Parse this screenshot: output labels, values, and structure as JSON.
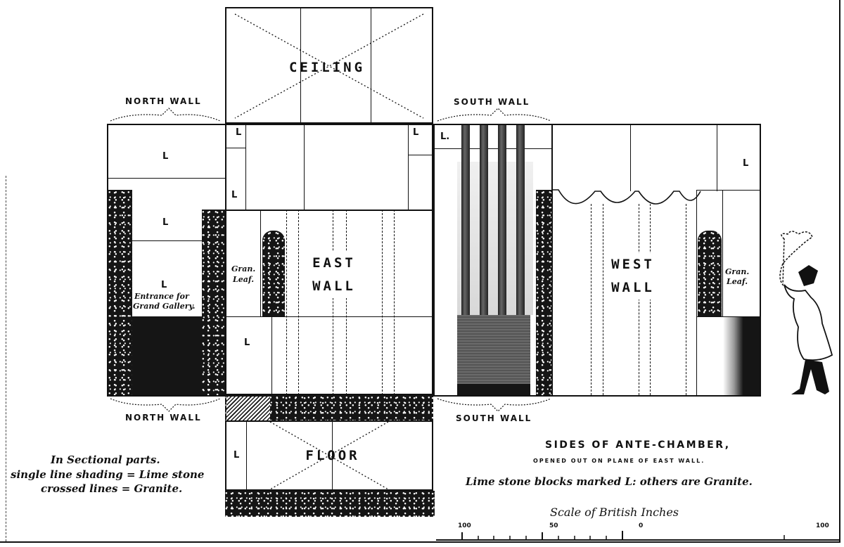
{
  "diagram": {
    "title": "SIDES OF ANTE-CHAMBER,",
    "subtitle": "OPENED OUT ON PLANE OF EAST WALL.",
    "note": "Lime stone blocks marked L: others are Granite.",
    "legend": {
      "line1": "In Sectional parts.",
      "line2": "single line shading = Lime stone",
      "line3": "crossed lines = Granite."
    },
    "panels": {
      "ceiling": "CEILING",
      "floor": "FLOOR",
      "east_wall": [
        "EAST",
        "WALL"
      ],
      "west_wall": [
        "WEST",
        "WALL"
      ],
      "north_wall_top": "NORTH WALL",
      "north_wall_bottom": "NORTH WALL",
      "south_wall_top": "SOUTH WALL",
      "south_wall_bottom": "SOUTH WALL"
    },
    "annotations": {
      "limestone_marker": "L",
      "limestone_marker_dot": "L.",
      "entrance": [
        "Entrance for",
        "Grand Gallery."
      ],
      "gran_leaf_east": [
        "Gran.",
        "Leaf."
      ],
      "gran_leaf_west": [
        "Gran.",
        "Leaf."
      ]
    },
    "scale": {
      "title": "Scale of British Inches",
      "ticks": [
        "100",
        "50",
        "0",
        "100"
      ]
    },
    "colors": {
      "ink": "#111111",
      "paper": "#ffffff",
      "wash": "#555555"
    }
  }
}
